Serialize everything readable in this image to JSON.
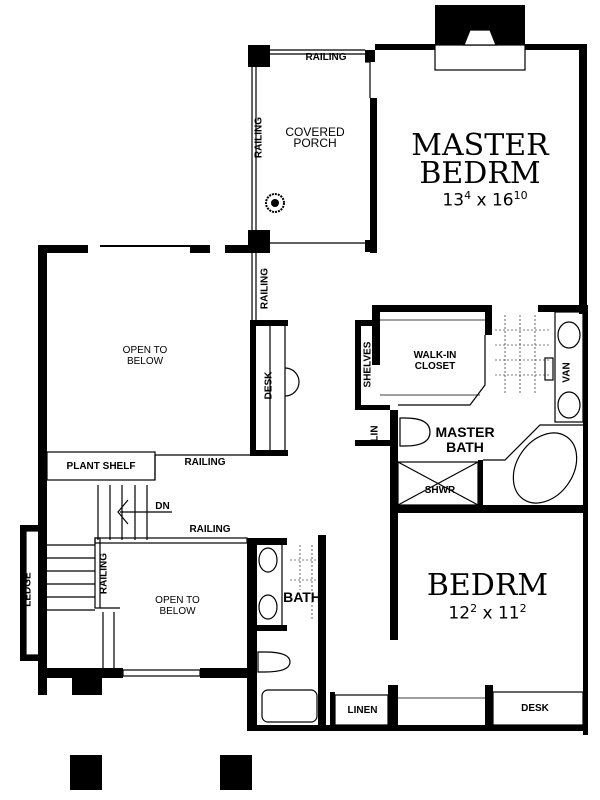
{
  "plan": {
    "rooms": {
      "master_bedroom": {
        "name_line1": "MASTER",
        "name_line2": "BEDRM",
        "dim_a": "13",
        "dim_a_sup": "4",
        "dim_x": "x",
        "dim_b": "16",
        "dim_b_sup": "10"
      },
      "covered_porch": {
        "line1": "COVERED",
        "line2": "PORCH"
      },
      "open_to_below_upper": {
        "line1": "OPEN TO",
        "line2": "BELOW"
      },
      "open_to_below_lower": {
        "line1": "OPEN TO",
        "line2": "BELOW"
      },
      "walk_in_closet": {
        "line1": "WALK-IN",
        "line2": "CLOSET"
      },
      "master_bath": {
        "line1": "MASTER",
        "line2": "BATH"
      },
      "bedroom": {
        "name": "BEDRM",
        "dim_a": "12",
        "dim_a_sup": "2",
        "dim_x": "x",
        "dim_b": "11",
        "dim_b_sup": "2"
      },
      "bath": {
        "name": "BATH"
      }
    },
    "labels": {
      "railing_top": "RAILING",
      "railing_porch_side": "RAILING",
      "railing_mid_vertical": "RAILING",
      "railing_hall": "RAILING",
      "railing_stair": "RAILING",
      "railing_stair_vertical": "RAILING",
      "desk_hall": "DESK",
      "shelves": "SHELVES",
      "linen_small": "LIN",
      "van": "VAN",
      "shower": "SHWR",
      "plant_shelf": "PLANT SHELF",
      "down": "DN",
      "ledge": "LEDGE",
      "linen": "LINEN",
      "desk_bedroom": "DESK"
    }
  }
}
